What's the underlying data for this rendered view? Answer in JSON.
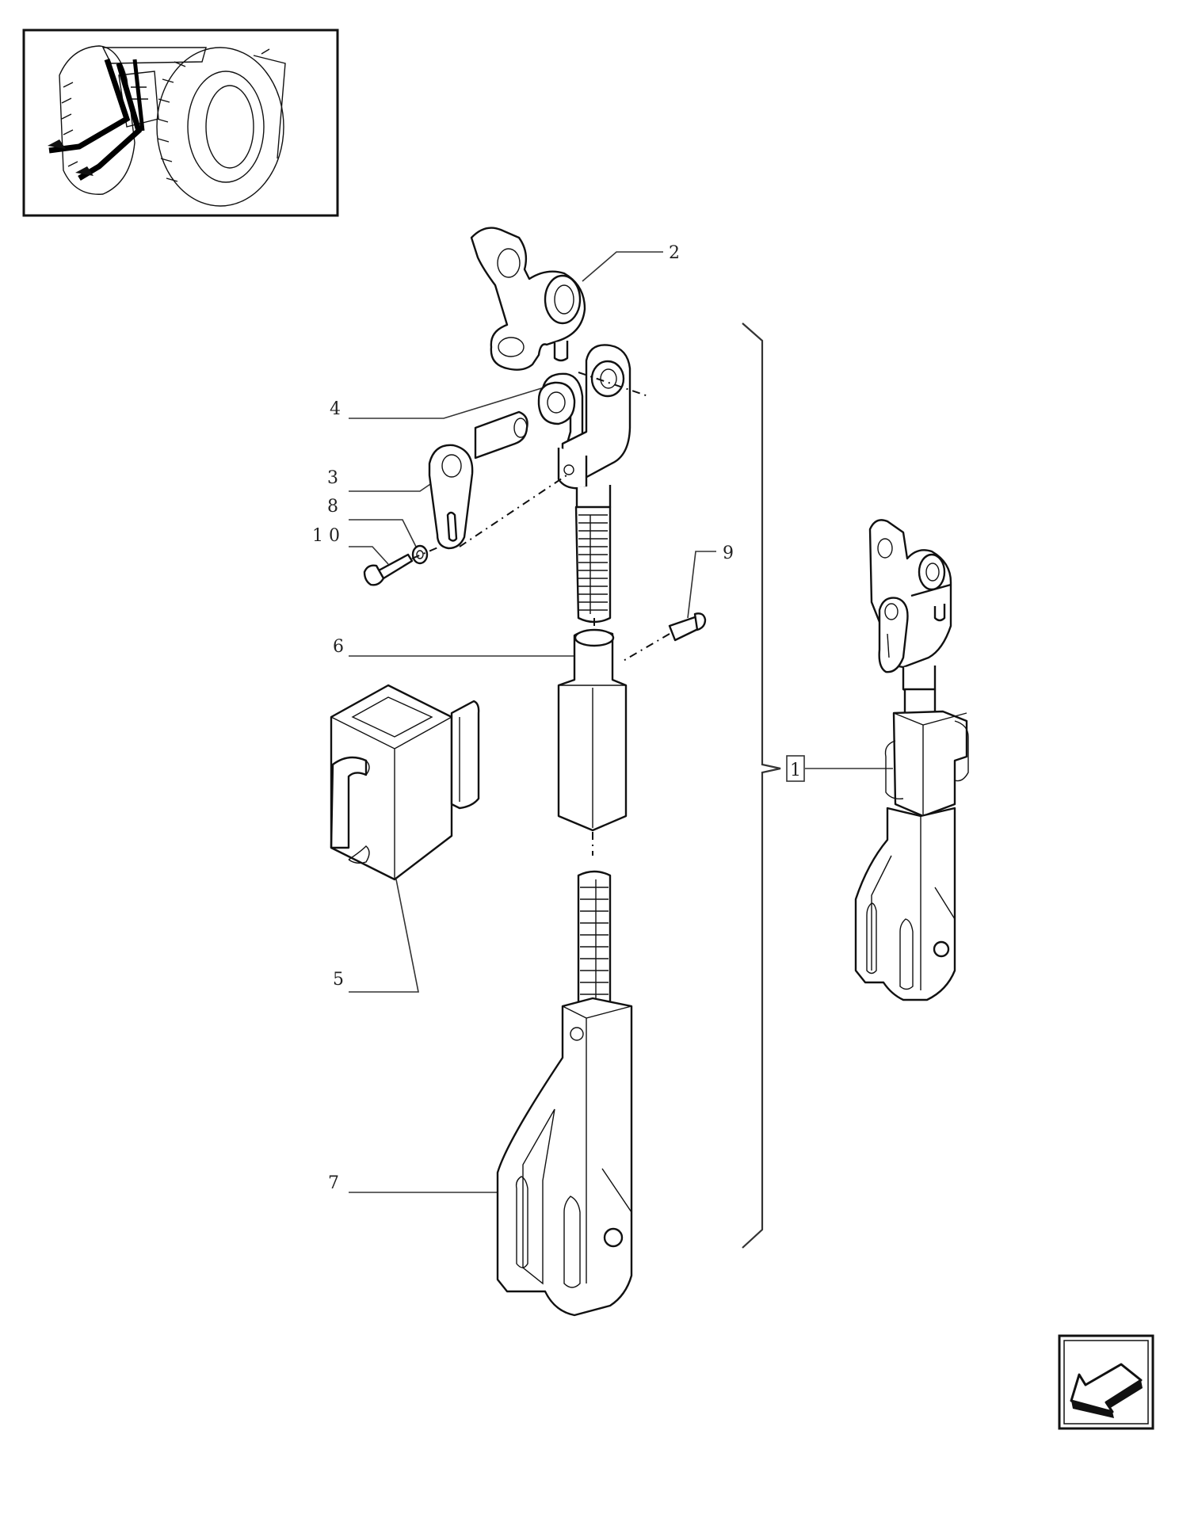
{
  "callouts": {
    "c1": "1",
    "c2": "2",
    "c3": "3",
    "c4": "4",
    "c5": "5",
    "c6": "6",
    "c7": "7",
    "c8": "8",
    "c9": "9",
    "c10": "1 0"
  },
  "icons": {
    "nav_arrow": "next-page-arrow-icon",
    "thumbnail": "tractor-rear-locator-icon"
  }
}
